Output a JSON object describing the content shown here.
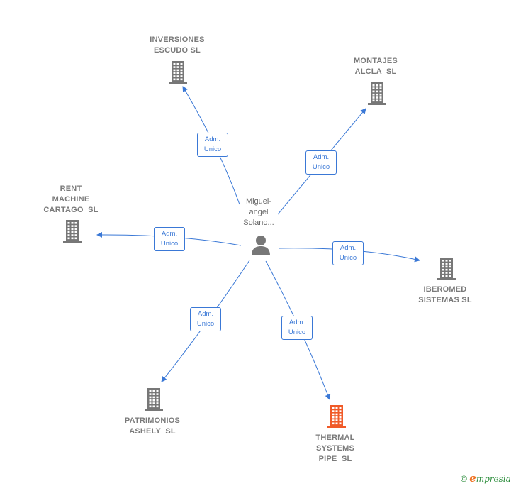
{
  "center": {
    "label_lines": [
      "Miguel-",
      "angel",
      "Solano..."
    ],
    "icon": "person-icon"
  },
  "relation": {
    "lines": [
      "Adm.",
      "Unico"
    ]
  },
  "companies": [
    {
      "id": "inversiones-escudo",
      "lines": [
        "INVERSIONES",
        "ESCUDO SL"
      ],
      "icon": "building-icon",
      "color": "#777777"
    },
    {
      "id": "montajes-alcla",
      "lines": [
        "MONTAJES",
        "ALCLA  SL"
      ],
      "icon": "building-icon",
      "color": "#777777"
    },
    {
      "id": "rent-machine-cartago",
      "lines": [
        "RENT",
        "MACHINE",
        "CARTAGO  SL"
      ],
      "icon": "building-icon",
      "color": "#777777"
    },
    {
      "id": "iberomed-sistemas",
      "lines": [
        "IBEROMED",
        "SISTEMAS SL"
      ],
      "icon": "building-icon",
      "color": "#777777"
    },
    {
      "id": "patrimonios-ashely",
      "lines": [
        "PATRIMONIOS",
        "ASHELY  SL"
      ],
      "icon": "building-icon",
      "color": "#777777"
    },
    {
      "id": "thermal-systems-pipe",
      "lines": [
        "THERMAL",
        "SYSTEMS",
        "PIPE  SL"
      ],
      "icon": "building-icon",
      "color": "#f05a28"
    }
  ],
  "footer": {
    "copyright": "©",
    "brand_initial": "e",
    "brand_rest": "mpresia"
  },
  "colors": {
    "edge": "#3a78d6",
    "building": "#777777",
    "highlight": "#f05a28",
    "person": "#777777"
  }
}
